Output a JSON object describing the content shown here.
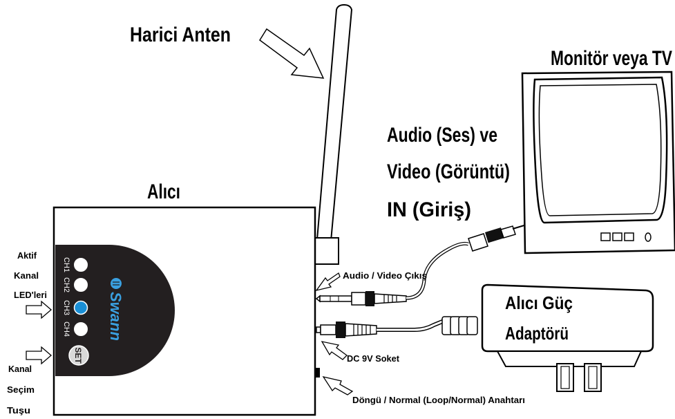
{
  "labels": {
    "antenna": "Harici Anten",
    "monitor": "Monitör veya TV",
    "av_in_line1": "Audio (Ses) ve",
    "av_in_line2": "Video (Görüntü)",
    "av_in_line3": "IN (Giriş)",
    "receiver": "Alıcı",
    "av_out": "Audio / Video Çıkış",
    "power_adapter_line1": "Alıcı Güç",
    "power_adapter_line2": "Adaptörü",
    "dc_socket": "DC 9V Soket",
    "loop_switch": "Döngü / Normal (Loop/Normal) Anahtarı",
    "active_leds_line1": "Aktif",
    "active_leds_line2": "Kanal",
    "active_leds_line3": "LED'leri",
    "channel_button_line1": "Kanal",
    "channel_button_line2": "Seçim",
    "channel_button_line3": "Tuşu"
  },
  "panel": {
    "brand": "Swann",
    "channels": [
      "CH1",
      "CH2",
      "CH3",
      "CH4"
    ],
    "active_channel_index": 2,
    "set_button": "SET"
  },
  "colors": {
    "panel": "#231f20",
    "led_active": "#1a8fd6",
    "led_inactive": "#ffffff",
    "brand": "#3aa0e0"
  }
}
